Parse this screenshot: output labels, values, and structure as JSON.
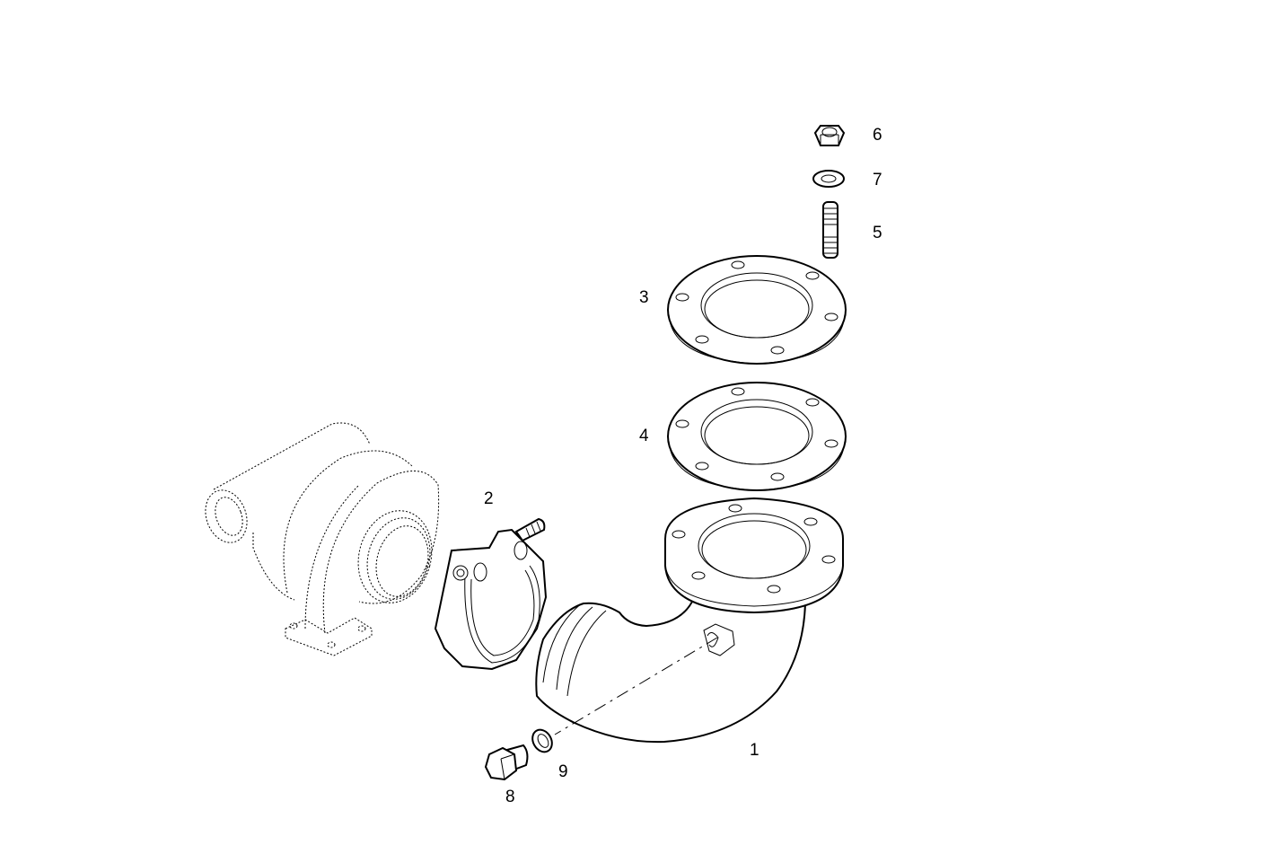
{
  "diagram": {
    "type": "exploded-parts-diagram",
    "subject": "Turbocharger exhaust elbow assembly",
    "colors": {
      "background": "#ffffff",
      "line": "#000000"
    },
    "callouts": [
      {
        "id": "1",
        "label": "1",
        "part": "exhaust-elbow"
      },
      {
        "id": "2",
        "label": "2",
        "part": "v-band-clamp"
      },
      {
        "id": "3",
        "label": "3",
        "part": "flange-gasket-upper"
      },
      {
        "id": "4",
        "label": "4",
        "part": "flange-gasket-lower"
      },
      {
        "id": "5",
        "label": "5",
        "part": "stud"
      },
      {
        "id": "6",
        "label": "6",
        "part": "hex-nut"
      },
      {
        "id": "7",
        "label": "7",
        "part": "washer"
      },
      {
        "id": "8",
        "label": "8",
        "part": "plug-screw"
      },
      {
        "id": "9",
        "label": "9",
        "part": "sealing-ring"
      }
    ],
    "reference_part": "turbocharger (dashed outline)"
  }
}
